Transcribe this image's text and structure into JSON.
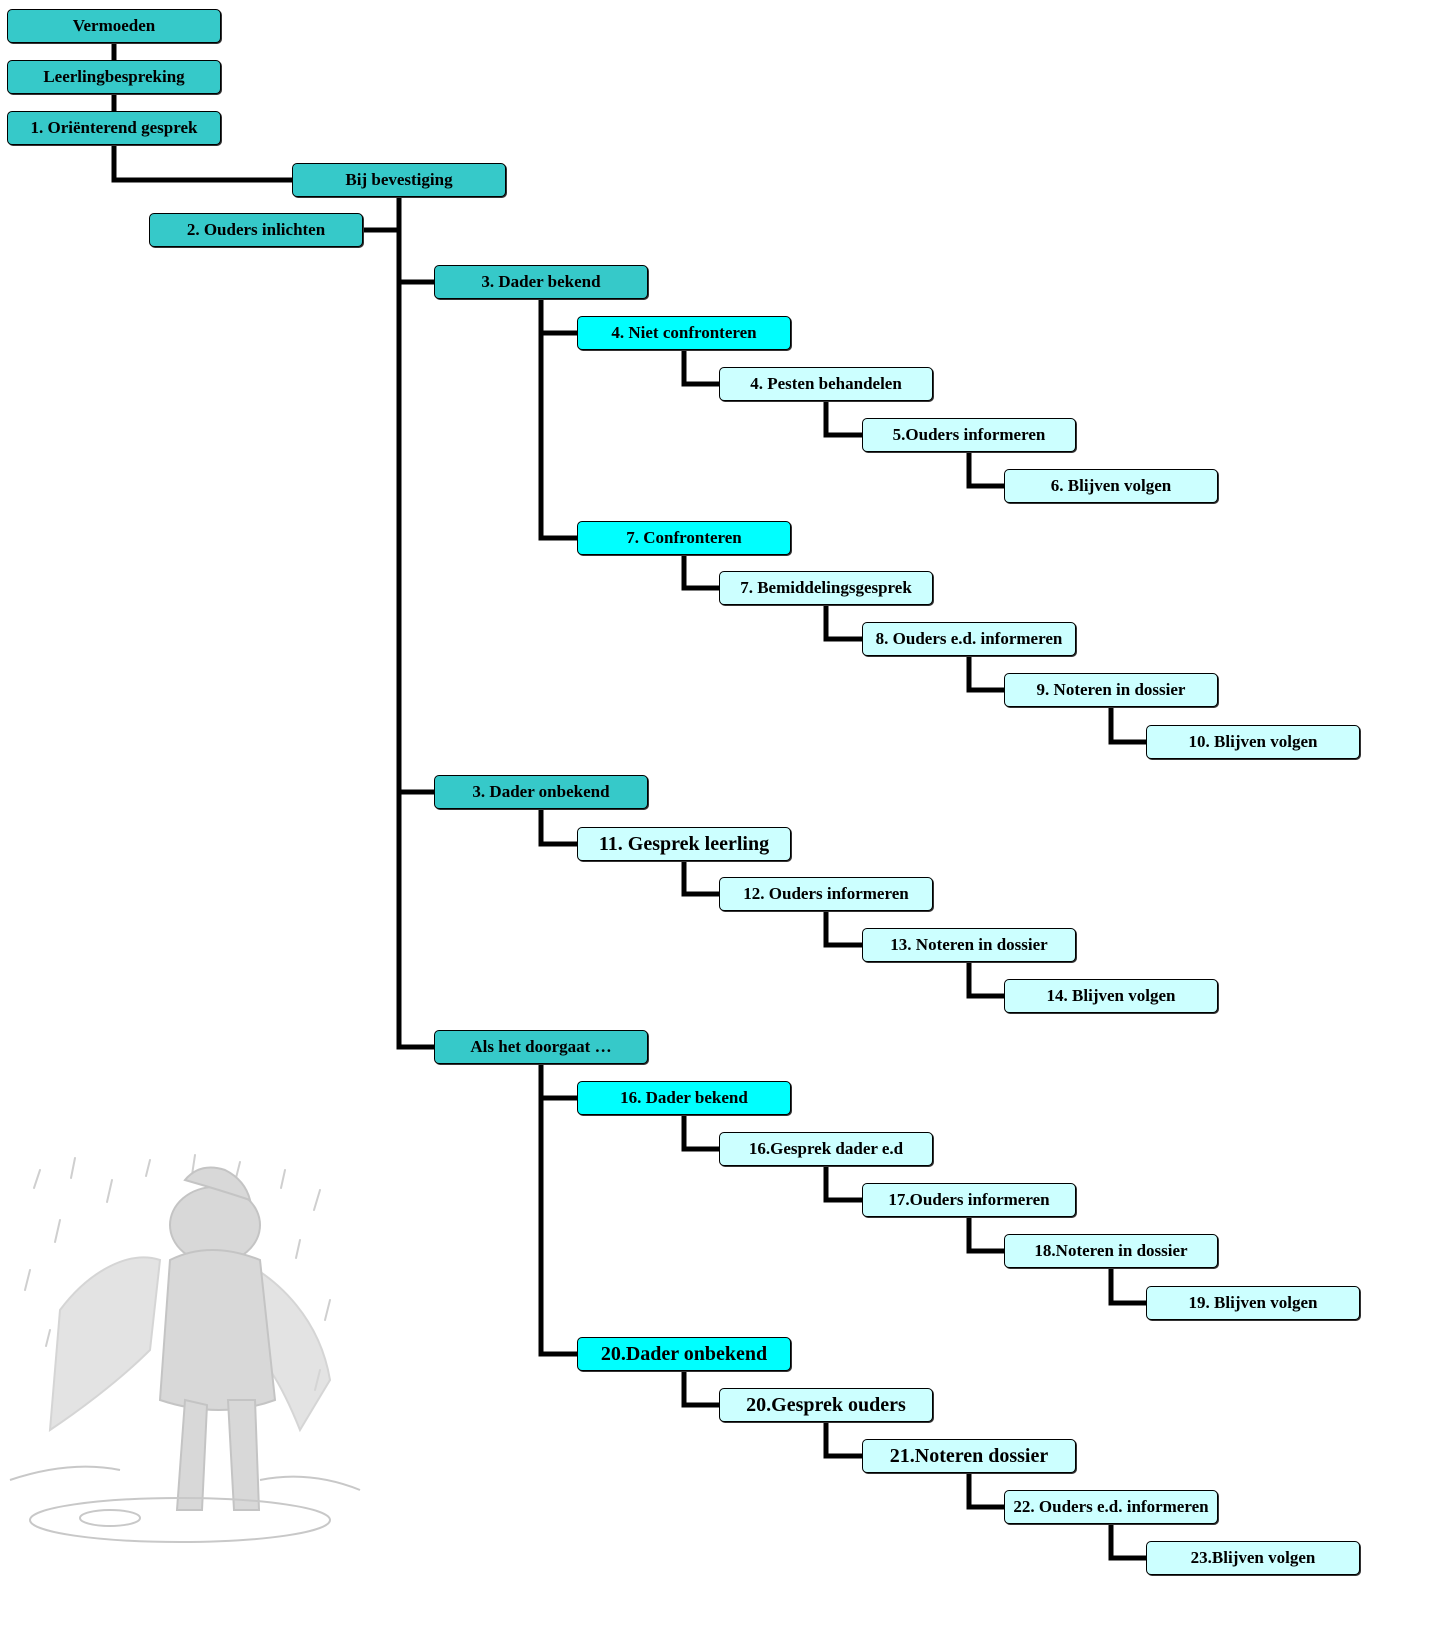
{
  "colors": {
    "level_teal": "#36c9c9",
    "level_cyan": "#00ffff",
    "level_light": "#ccffff",
    "connector": "#000000"
  },
  "nodes": [
    {
      "id": "n0",
      "label": "Vermoeden",
      "color": "level_teal",
      "parent": null
    },
    {
      "id": "n1",
      "label": "Leerlingbespreking",
      "color": "level_teal",
      "parent": "n0"
    },
    {
      "id": "n2",
      "label": "1. Oriënterend gesprek",
      "color": "level_teal",
      "parent": "n1"
    },
    {
      "id": "n3",
      "label": "Bij bevestiging",
      "color": "level_teal",
      "parent": "n2"
    },
    {
      "id": "n4",
      "label": "2. Ouders inlichten",
      "color": "level_teal",
      "parent": "n3"
    },
    {
      "id": "n5",
      "label": "3. Dader bekend",
      "color": "level_teal",
      "parent": "n3"
    },
    {
      "id": "n6",
      "label": "4. Niet confronteren",
      "color": "level_cyan",
      "parent": "n5"
    },
    {
      "id": "n7",
      "label": "4. Pesten behandelen",
      "color": "level_light",
      "parent": "n6"
    },
    {
      "id": "n8",
      "label": "5.Ouders informeren",
      "color": "level_light",
      "parent": "n7"
    },
    {
      "id": "n9",
      "label": "6. Blijven volgen",
      "color": "level_light",
      "parent": "n8"
    },
    {
      "id": "n10",
      "label": "7. Confronteren",
      "color": "level_cyan",
      "parent": "n5"
    },
    {
      "id": "n11",
      "label": "7. Bemiddelingsgesprek",
      "color": "level_light",
      "parent": "n10"
    },
    {
      "id": "n12",
      "label": "8. Ouders e.d. informeren",
      "color": "level_light",
      "parent": "n11"
    },
    {
      "id": "n13",
      "label": "9.  Noteren in dossier",
      "color": "level_light",
      "parent": "n12"
    },
    {
      "id": "n14",
      "label": "10. Blijven volgen",
      "color": "level_light",
      "parent": "n13"
    },
    {
      "id": "n15",
      "label": "3. Dader onbekend",
      "color": "level_teal",
      "parent": "n3"
    },
    {
      "id": "n16",
      "label": "11. Gesprek leerling",
      "color": "level_light",
      "parent": "n15"
    },
    {
      "id": "n17",
      "label": "12. Ouders informeren",
      "color": "level_light",
      "parent": "n16"
    },
    {
      "id": "n18",
      "label": "13. Noteren in dossier",
      "color": "level_light",
      "parent": "n17"
    },
    {
      "id": "n19",
      "label": "14. Blijven volgen",
      "color": "level_light",
      "parent": "n18"
    },
    {
      "id": "n20",
      "label": "Als het doorgaat …",
      "color": "level_teal",
      "parent": "n3"
    },
    {
      "id": "n21",
      "label": "16. Dader bekend",
      "color": "level_cyan",
      "parent": "n20"
    },
    {
      "id": "n22",
      "label": "16.Gesprek dader e.d",
      "color": "level_light",
      "parent": "n21"
    },
    {
      "id": "n23",
      "label": "17.Ouders informeren",
      "color": "level_light",
      "parent": "n22"
    },
    {
      "id": "n24",
      "label": "18.Noteren in dossier",
      "color": "level_light",
      "parent": "n23"
    },
    {
      "id": "n25",
      "label": "19. Blijven volgen",
      "color": "level_light",
      "parent": "n24"
    },
    {
      "id": "n26",
      "label": "20.Dader onbekend",
      "color": "level_cyan",
      "parent": "n20"
    },
    {
      "id": "n27",
      "label": "20.Gesprek ouders",
      "color": "level_light",
      "parent": "n26"
    },
    {
      "id": "n28",
      "label": "21.Noteren dossier",
      "color": "level_light",
      "parent": "n27"
    },
    {
      "id": "n29",
      "label": "22. Ouders e.d. informeren",
      "color": "level_light",
      "parent": "n28"
    },
    {
      "id": "n30",
      "label": "23.Blijven volgen",
      "color": "level_light",
      "parent": "n29"
    }
  ]
}
